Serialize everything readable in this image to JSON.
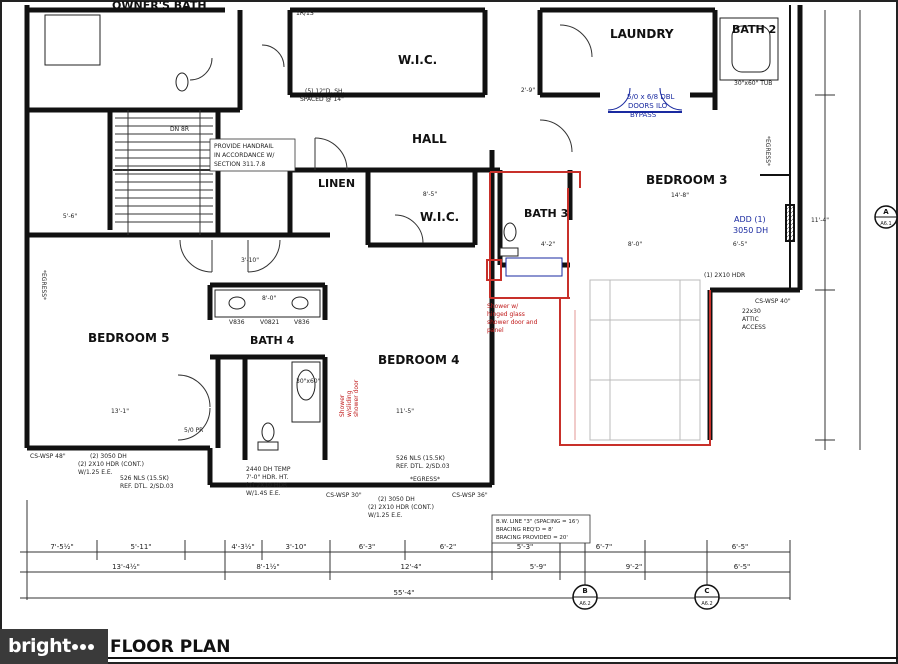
{
  "rooms": {
    "owners_bath": "OWNER'S BATH",
    "wic_top": "W.I.C.",
    "laundry": "LAUNDRY",
    "bath2": "BATH 2",
    "hall": "HALL",
    "linen": "LINEN",
    "wic_mid": "W.I.C.",
    "bath3": "BATH 3",
    "bedroom3": "BEDROOM 3",
    "bedroom5": "BEDROOM 5",
    "bath4": "BATH 4",
    "bedroom4": "BEDROOM 4"
  },
  "notes": {
    "handrail_1": "PROVIDE HANDRAIL",
    "handrail_2": "IN ACCORDANCE W/",
    "handrail_3": "SECTION 311.7.8",
    "dn_label": "DN 8R",
    "doors_1": "5/0 x 6/8 DBL",
    "doors_2": "DOORS ILO",
    "doors_3": "BYPASS",
    "add_1": "ADD (1)",
    "add_2": "3050 DH",
    "shower_bath3_1": "Shower w/",
    "shower_bath3_2": "hinged glass",
    "shower_bath3_3": "shower door and",
    "shower_bath3_4": "panel",
    "shower_bath4_1": "Shower",
    "shower_bath4_2": "w/sliding",
    "shower_bath4_3": "shower door",
    "attic_1": "22x30",
    "attic_2": "ATTIC",
    "attic_3": "ACCESS",
    "hdr_bath3": "(1) 2X10 HDR",
    "egress_right": "*EGRESS*",
    "egress_left": "*EGRESS*",
    "vanity_left": "V836",
    "vanity_mid": "V0821",
    "vanity_right": "V836",
    "vanity_width": "8'-0\"",
    "dh_bottom_left_1": "(2) 3050 DH",
    "dh_bottom_left_2": "(2) 2X10 HDR (CONT.)",
    "dh_bottom_left_3": "W/1.25 E.E.",
    "dh_bottom_left_4": "526 NLS (15.5K)",
    "dh_bottom_left_5": "REF. DTL. 2/SD.03",
    "temp_1": "2440 DH TEMP",
    "temp_2": "7'-0\" HDR. HT.",
    "temp_3": "(1) 2X10 HDR",
    "temp_4": "W/1.4S E.E.",
    "nls_mid_1": "526 NLS (15.5K)",
    "nls_mid_2": "REF. DTL. 2/SD.03",
    "egress_mid": "*EGRESS*",
    "dh_mid_1": "(2) 3050 DH",
    "dh_mid_2": "(2) 2X10 HDR (CONT.)",
    "dh_mid_3": "W/1.25 E.E.",
    "bw_1": "B.W. LINE \"3\" (SPACING = 16')",
    "bw_2": "BRACING REQ'D = 8'",
    "bw_3": "BRACING PROVIDED = 20'",
    "wsp_1": "CS-WSP 48\"",
    "wsp_2": "CS-WSP 30\"",
    "wsp_3": "CS-WSP 36\"",
    "wsp_4": "CS-WSP 40\"",
    "pr": "5/0 PR",
    "tub": "30\"x60\"",
    "shelves_1": "(5) 12\"D. SH.",
    "shelves_2": "SPACED @ 14\"",
    "rs": "1R/1S",
    "tub_b2": "30\"x60\" TUB"
  },
  "dimensions": {
    "row1": [
      "7'-5½\"",
      "5'-11\"",
      "4'-3½\"",
      "3'-10\"",
      "6'-3\"",
      "6'-2\"",
      "5'-3\"",
      "6'-7\"",
      "6'-5\""
    ],
    "row2": [
      "13'-4½\"",
      "8'-1½\"",
      "12'-4\"",
      "5'-9\"",
      "9'-2\"",
      "6'-5\""
    ],
    "total": "55'-4\"",
    "interior": [
      "13'-1\"",
      "11'-5\"",
      "14'-8\"",
      "8'-5\"",
      "6'-5\"",
      "8'-0\"",
      "4'-2\"",
      "2'-9\"",
      "5'-6\"",
      "3'-10\"",
      "11'-4\""
    ]
  },
  "grid_markers": [
    {
      "letter": "B",
      "sheet": "A6.2"
    },
    {
      "letter": "C",
      "sheet": "A6.2"
    },
    {
      "letter": "A",
      "sheet": "A6.1"
    }
  ],
  "title": "FLOOR PLAN",
  "watermark": "bright"
}
